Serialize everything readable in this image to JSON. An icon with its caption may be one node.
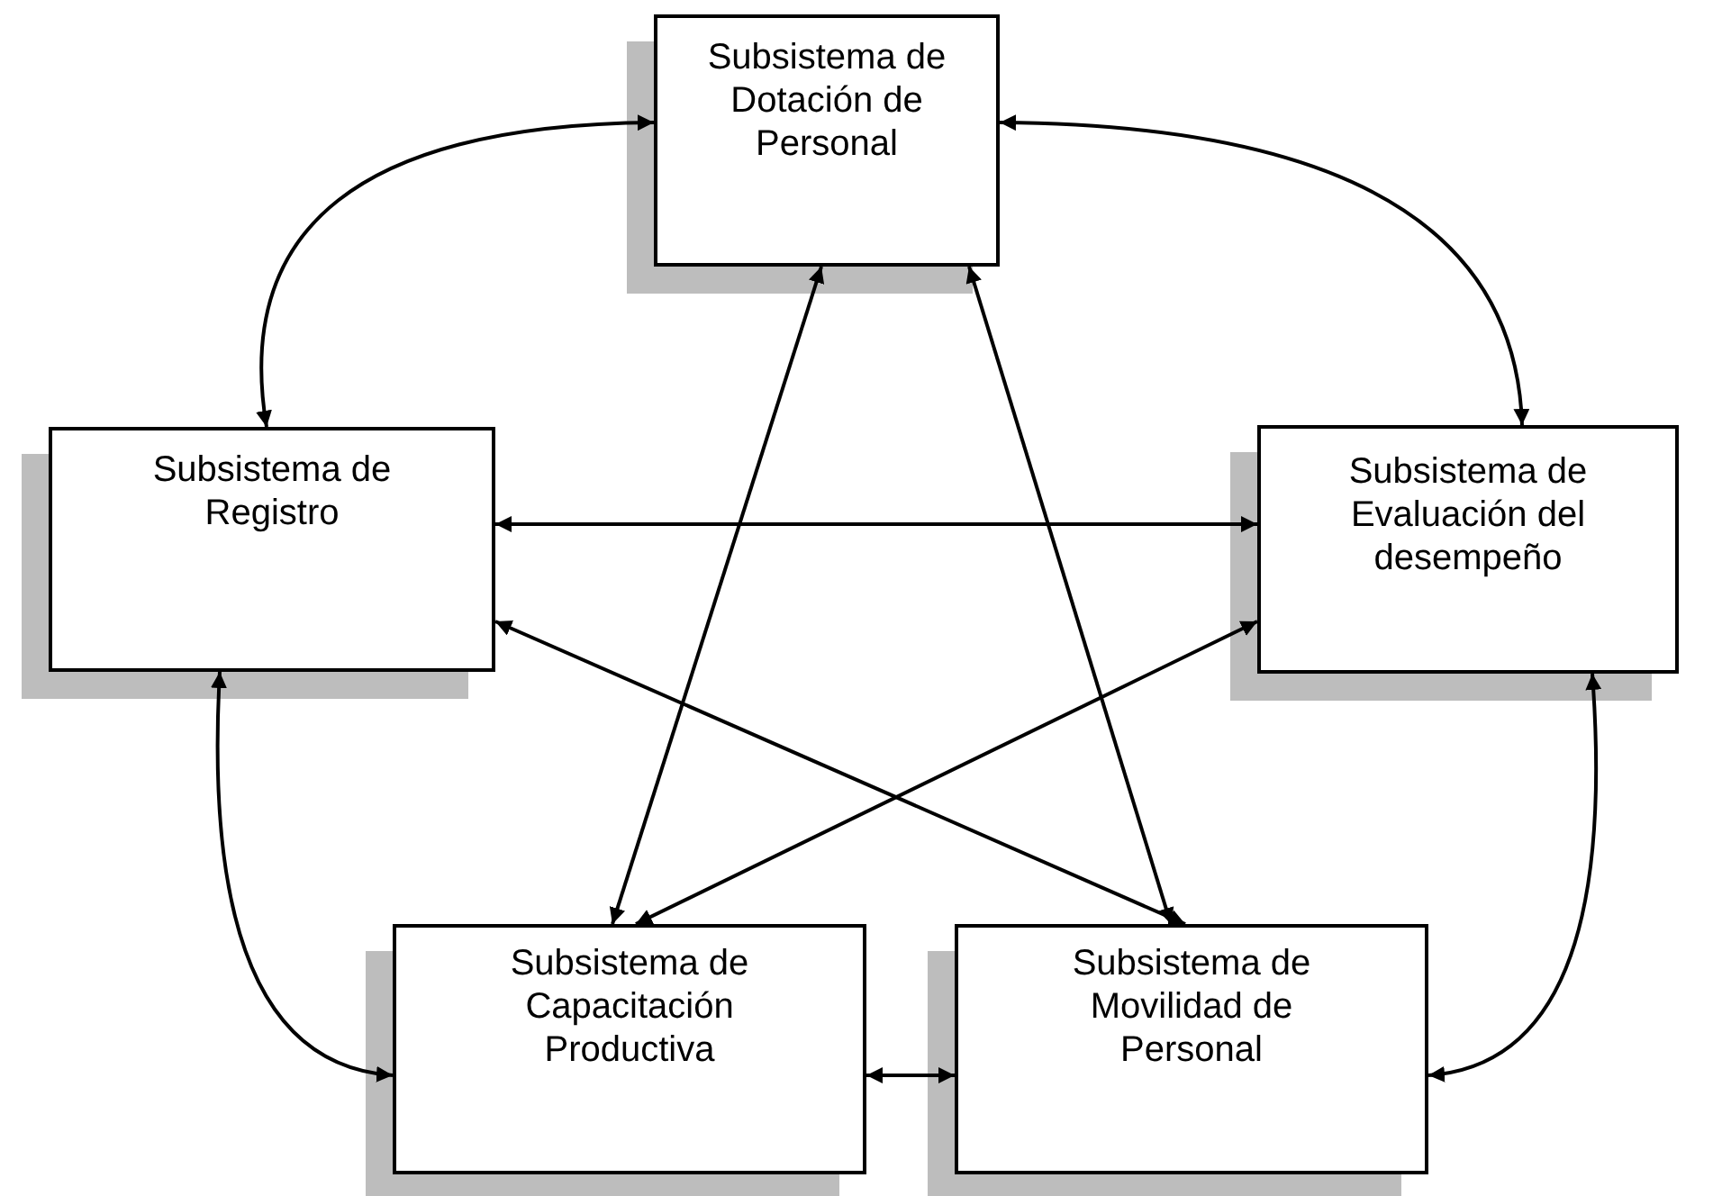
{
  "diagram": {
    "nodes": [
      {
        "text": [
          "Subsistema de Dotación de Personal"
        ]
      },
      {
        "text": [
          "Subsistema de Registro"
        ]
      },
      {
        "text": [
          "Subsistema de Evaluación del desempeño"
        ]
      },
      {
        "text": [
          "Subsistema de Capacitación Productiva"
        ]
      },
      {
        "text": [
          "Subsistema de Movilidad de Personal"
        ]
      }
    ],
    "edges": [
      {
        "from": 0,
        "to": 1,
        "arrow": "both"
      },
      {
        "from": 0,
        "to": 2,
        "arrow": "both"
      },
      {
        "from": 1,
        "to": 2,
        "arrow": "both"
      },
      {
        "from": 0,
        "to": 3,
        "arrow": "both"
      },
      {
        "from": 0,
        "to": 4,
        "arrow": "both"
      },
      {
        "from": 1,
        "to": 4,
        "arrow": "both"
      },
      {
        "from": 2,
        "to": 3,
        "arrow": "both"
      },
      {
        "from": 1,
        "to": 3,
        "arrow": "both"
      },
      {
        "from": 2,
        "to": 4,
        "arrow": "both"
      },
      {
        "from": 3,
        "to": 4,
        "arrow": "both"
      }
    ]
  }
}
